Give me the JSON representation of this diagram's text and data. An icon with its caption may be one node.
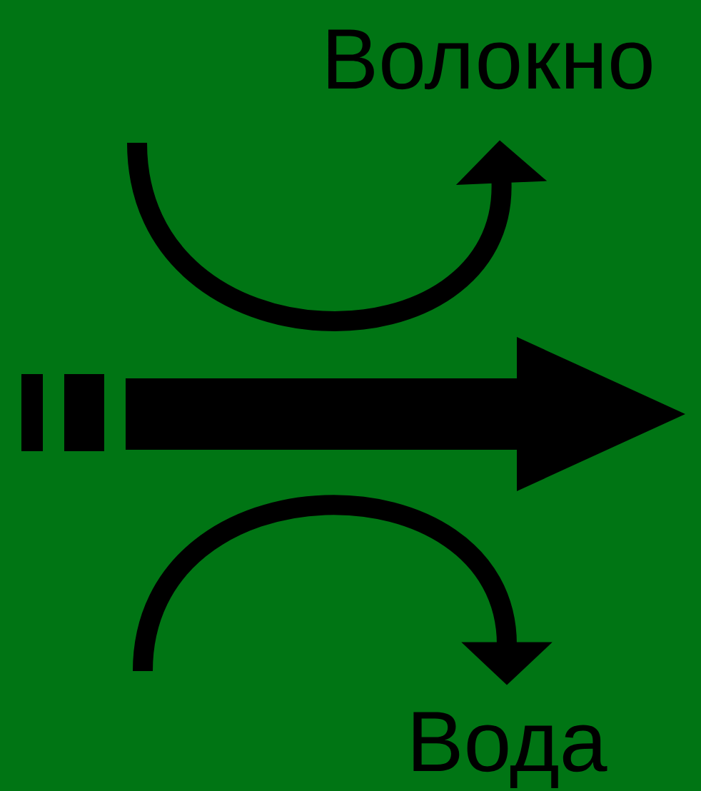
{
  "diagram": {
    "nodes": [
      {
        "text": [
          "Волокно"
        ]
      },
      {
        "text": [
          "Вода"
        ]
      }
    ],
    "edges": [
      {
        "from": null,
        "to": 0,
        "arrow": "to"
      },
      {
        "from": null,
        "to": 1,
        "arrow": "to"
      }
    ]
  }
}
